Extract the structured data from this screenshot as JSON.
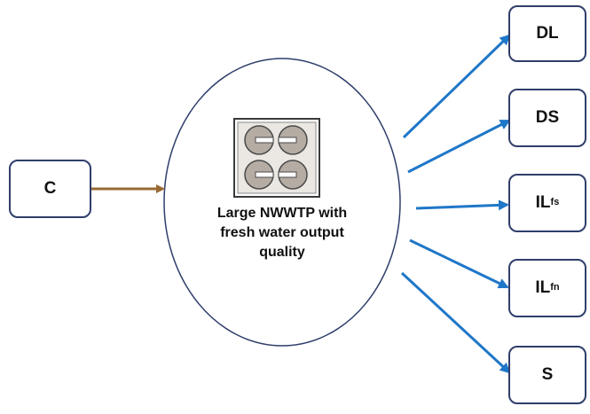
{
  "input_node": {
    "label": "C"
  },
  "center": {
    "lines": [
      "Large NWWTP with",
      "fresh water output",
      "quality"
    ],
    "icon": "treatment-plant-icon"
  },
  "output_nodes": [
    {
      "label": "DL",
      "sup": ""
    },
    {
      "label": "DS",
      "sup": ""
    },
    {
      "label": "IL",
      "sup": "fs"
    },
    {
      "label": "IL",
      "sup": "fn"
    },
    {
      "label": "S",
      "sup": ""
    }
  ],
  "colors": {
    "node_border": "#2f3e6b",
    "ellipse_border": "#2f3e6b",
    "input_arrow": "#9a6a35",
    "output_arrow": "#1f77c8",
    "icon_frame": "#3a3a3a",
    "icon_fill": "#b5aca4"
  }
}
